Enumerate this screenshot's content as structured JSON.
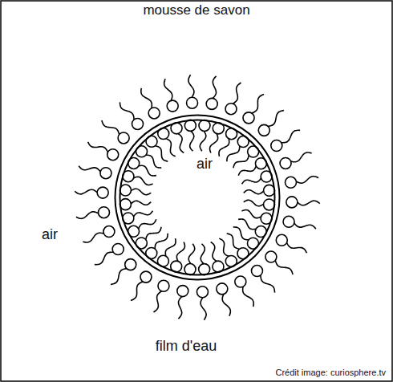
{
  "diagram": {
    "title": "mousse de savon",
    "nodes": [
      {
        "text": [
          "air"
        ]
      }
    ],
    "labels": [
      "air",
      "film d'eau",
      "Crédit image: curiosphere.tv"
    ]
  }
}
